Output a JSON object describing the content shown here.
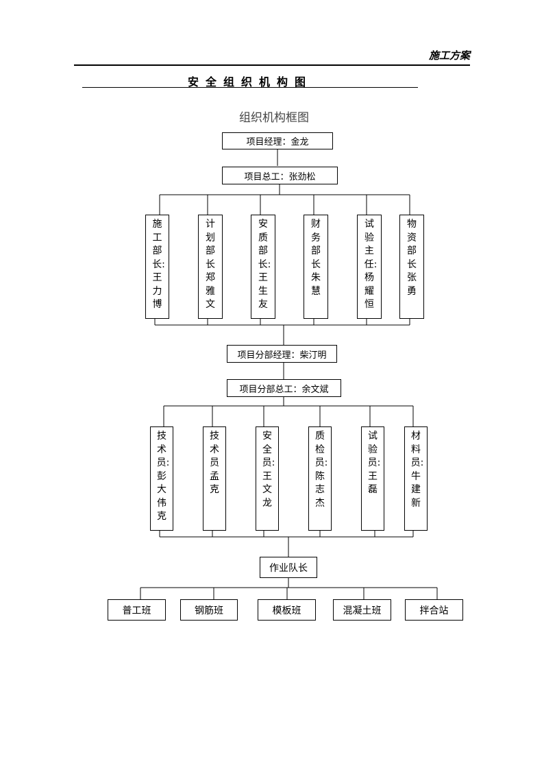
{
  "header": {
    "doc_type": "施工方案"
  },
  "title": "安全组织机构图",
  "chart_title": "组织机构框图",
  "manager": "项目经理：金龙",
  "chief_engineer": "项目总工：张劲松",
  "departments": [
    "施工部长:王力博",
    "计划部长郑雅文",
    "安质部长:王生友",
    "财务部长朱  慧",
    "试验主任:杨耀恒",
    "物资部长张  勇"
  ],
  "sub_manager": "项目分部经理：柴汀明",
  "sub_chief_engineer": "项目分部总工：余文斌",
  "staff": [
    "技术员:彭大伟 克",
    "技术员孟  克",
    "安全员:王文龙",
    "质检员:陈志杰",
    "试验员:王  磊",
    "材料员:牛建新"
  ],
  "team_leader": "作业队长",
  "teams": [
    "普工班",
    "钢筋班",
    "模板班",
    "混凝土班",
    "拌合站"
  ]
}
